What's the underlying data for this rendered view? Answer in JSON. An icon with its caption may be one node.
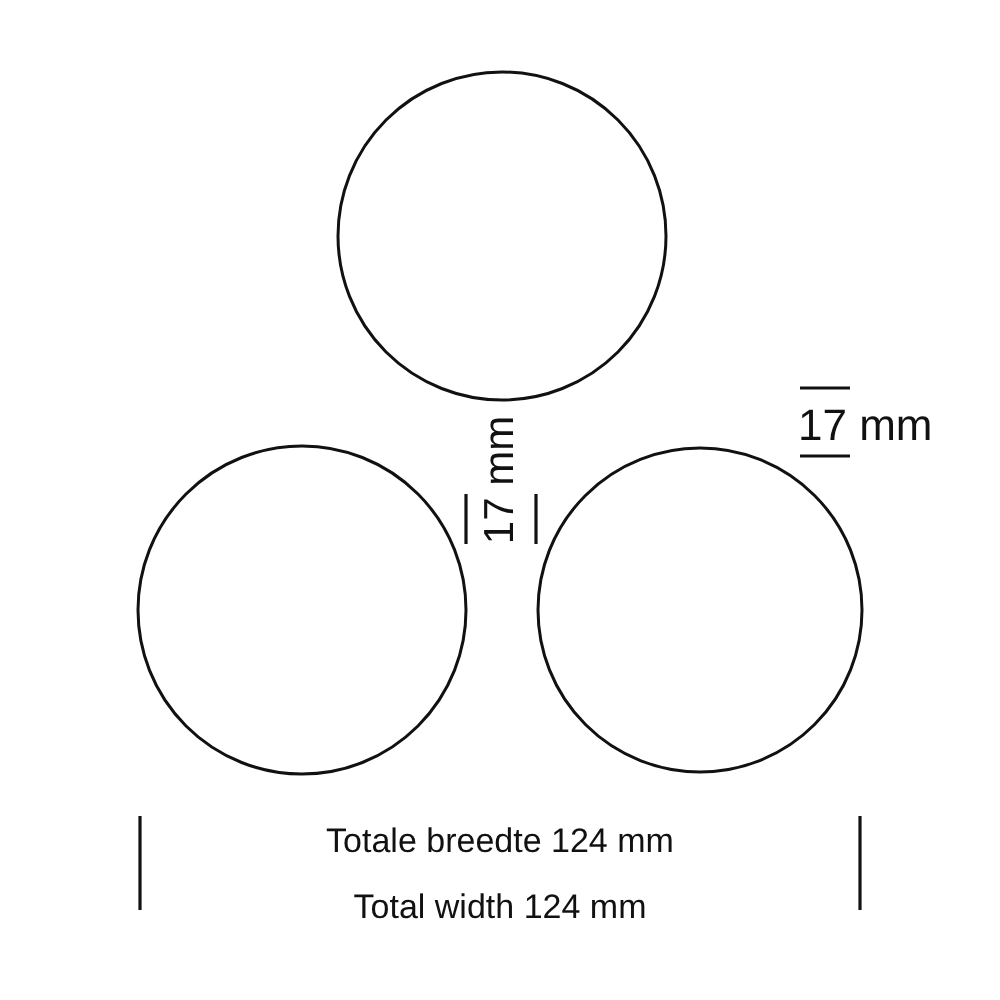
{
  "diagram": {
    "nodes": [
      {
        "text": [],
        "shape": "circle"
      },
      {
        "text": [],
        "shape": "circle"
      },
      {
        "text": [],
        "shape": "circle"
      }
    ],
    "labels": [
      "17 mm",
      "17 mm",
      "Totale breedte 124 mm",
      "Total width 124 mm"
    ]
  }
}
